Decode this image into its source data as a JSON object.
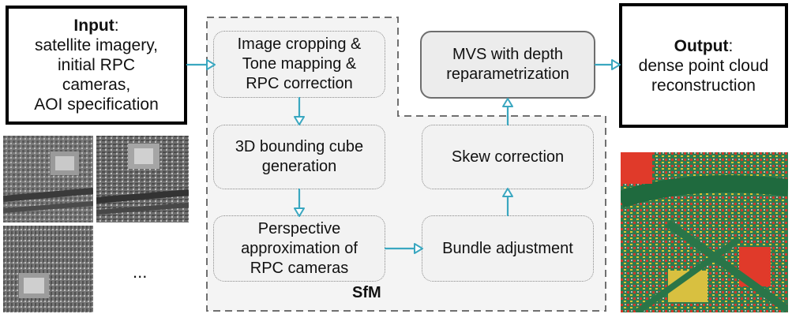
{
  "input": {
    "title": "Input",
    "lines": [
      "satellite imagery,",
      "initial RPC",
      "cameras,",
      "AOI specification"
    ]
  },
  "output": {
    "title": "Output",
    "lines": [
      "dense point cloud",
      "reconstruction"
    ]
  },
  "steps": {
    "crop": [
      "Image cropping &",
      "Tone mapping &",
      "RPC correction"
    ],
    "cube": [
      "3D bounding cube",
      "generation"
    ],
    "persp": [
      "Perspective",
      "approximation of",
      "RPC cameras"
    ],
    "bundle": [
      "Bundle adjustment"
    ],
    "skew": [
      "Skew correction"
    ],
    "mvs": [
      "MVS with depth",
      "reparametrization"
    ]
  },
  "sfm_label": "SfM",
  "ellipsis": "...",
  "colors": {
    "arrow": "#3aa7c0",
    "dash_border": "#707070",
    "sfm_fill": "#f4f4f4"
  }
}
